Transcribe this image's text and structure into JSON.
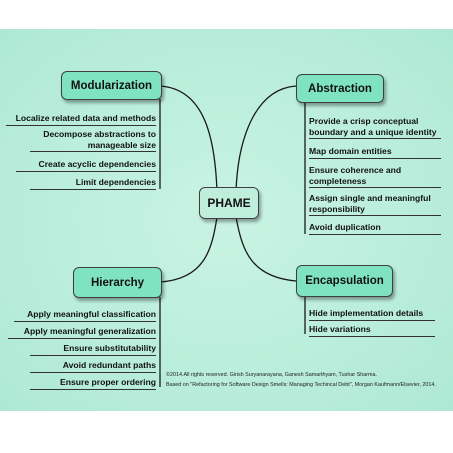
{
  "center": "PHAME",
  "branches": {
    "modularization": {
      "title": "Modularization",
      "items": [
        "Localize related data and methods",
        "Decompose abstractions to manageable size",
        "Create acyclic dependencies",
        "Limit dependencies"
      ]
    },
    "abstraction": {
      "title": "Abstraction",
      "items": [
        "Provide a crisp conceptual boundary and a unique identity",
        "Map domain entities",
        "Ensure coherence and completeness",
        "Assign single and meaningful responsibility",
        "Avoid duplication"
      ]
    },
    "hierarchy": {
      "title": "Hierarchy",
      "items": [
        "Apply meaningful classification",
        "Apply meaningful generalization",
        "Ensure substitutability",
        "Avoid redundant paths",
        "Ensure proper ordering"
      ]
    },
    "encapsulation": {
      "title": "Encapsulation",
      "items": [
        "Hide implementation details",
        "Hide variations"
      ]
    }
  },
  "credit": {
    "line1": "©2014.All rights reserved. Girish Suryanarayana, Ganesh Samarthyam, Tushar Sharma.",
    "line2": "Based on \"Refactoring for Software Design Smells: Managing Techincal Debt\", Morgan Kaufmann/Elsevier, 2014."
  }
}
